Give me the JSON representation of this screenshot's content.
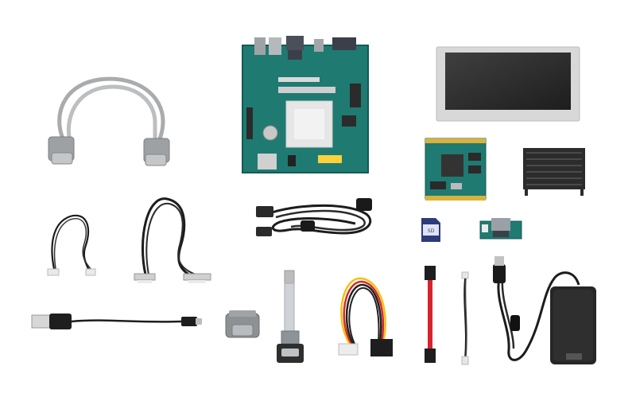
{
  "scene": {
    "background": "#ffffff",
    "items": [
      {
        "id": "serial-cable",
        "icon": "db9-serial-cable"
      },
      {
        "id": "motherboard",
        "icon": "mini-itx-board"
      },
      {
        "id": "lcd-panel",
        "icon": "lcd-display"
      },
      {
        "id": "qseven-module",
        "icon": "computer-on-module"
      },
      {
        "id": "heatsink",
        "icon": "black-heatsink"
      },
      {
        "id": "jst-cable-short",
        "icon": "jst-cable"
      },
      {
        "id": "lvds-cable",
        "icon": "lvds-cable"
      },
      {
        "id": "usb-mini-cable",
        "icon": "usb-cable"
      },
      {
        "id": "sd-card",
        "icon": "sd-card"
      },
      {
        "id": "com-adapter-board",
        "icon": "serial-adapter-board"
      },
      {
        "id": "usb-otg-cable",
        "icon": "usb-otg-cable"
      },
      {
        "id": "db9-gender-adapter",
        "icon": "db9-adapter"
      },
      {
        "id": "flat-com-cable",
        "icon": "flat-serial-cable"
      },
      {
        "id": "power-harness",
        "icon": "power-cable"
      },
      {
        "id": "sata-cable",
        "icon": "sata-cable"
      },
      {
        "id": "small-wire-cable",
        "icon": "wire-cable"
      },
      {
        "id": "power-adapter",
        "icon": "ac-power-adapter"
      }
    ]
  },
  "colors": {
    "pcb": "#1f7a72",
    "pcb_dark": "#155a54",
    "cable_grey": "#a9abad",
    "black": "#1c1c1c",
    "lcd_frame": "#d8d8d8",
    "lcd_screen": "#2a2a2a",
    "sata_red": "#d9232b",
    "wire_yellow": "#f2c311",
    "wire_red": "#d42b2b",
    "wire_black": "#222222"
  }
}
